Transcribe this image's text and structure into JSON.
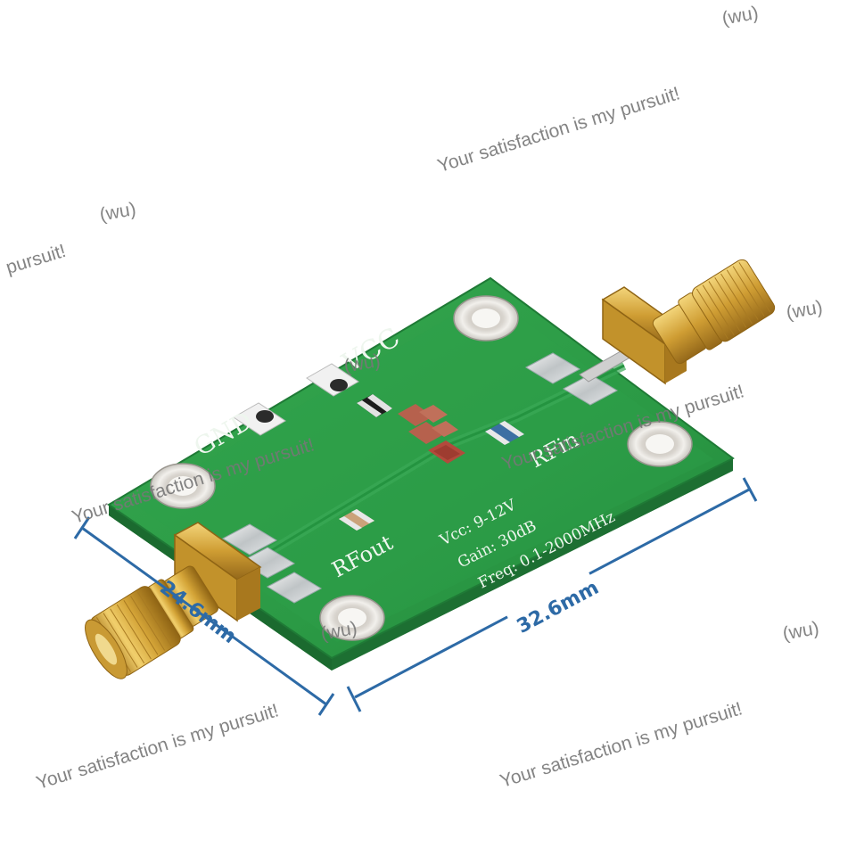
{
  "board": {
    "vcc_label": "VCC",
    "gnd_label": "GND",
    "rfin_label": "RFin",
    "rfout_label": "RFout",
    "spec_vcc": "Vcc: 9-12V",
    "spec_gain": "Gain: 30dB",
    "spec_freq": "Freq: 0.1-2000MHz",
    "pcb_color": "#2b9a45",
    "gold_color": "#d4a437"
  },
  "dimensions": {
    "length": "32.6mm",
    "width": "24.6mm",
    "line_color": "#2d6aa6"
  },
  "watermarks": {
    "wu": "(wu)",
    "slogan": "Your satisfaction is my pursuit!",
    "slogan_fragment": "pursuit!"
  }
}
